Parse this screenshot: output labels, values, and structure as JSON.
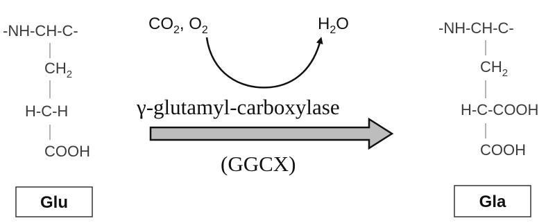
{
  "glu": {
    "backbone": "-NH-CH-C-",
    "ch2_main": "CH",
    "ch2_sub": "2",
    "gamma": "H-C-H",
    "terminal": "COOH",
    "label": "Glu"
  },
  "gla": {
    "backbone": "-NH-CH-C-",
    "ch2_main": "CH",
    "ch2_sub": "2",
    "gamma": "H-C-COOH",
    "terminal": "COOH",
    "label": "Gla"
  },
  "reaction": {
    "co2_main": "CO",
    "co2_sub": "2",
    "comma": ", ",
    "o2_main": "O",
    "o2_sub": "2",
    "h2o_h": "H",
    "h2o_sub": "2",
    "h2o_o": "O",
    "enzyme_name": "γ-glutamyl-carboxylase",
    "enzyme_abbrev": "(GGCX)"
  }
}
